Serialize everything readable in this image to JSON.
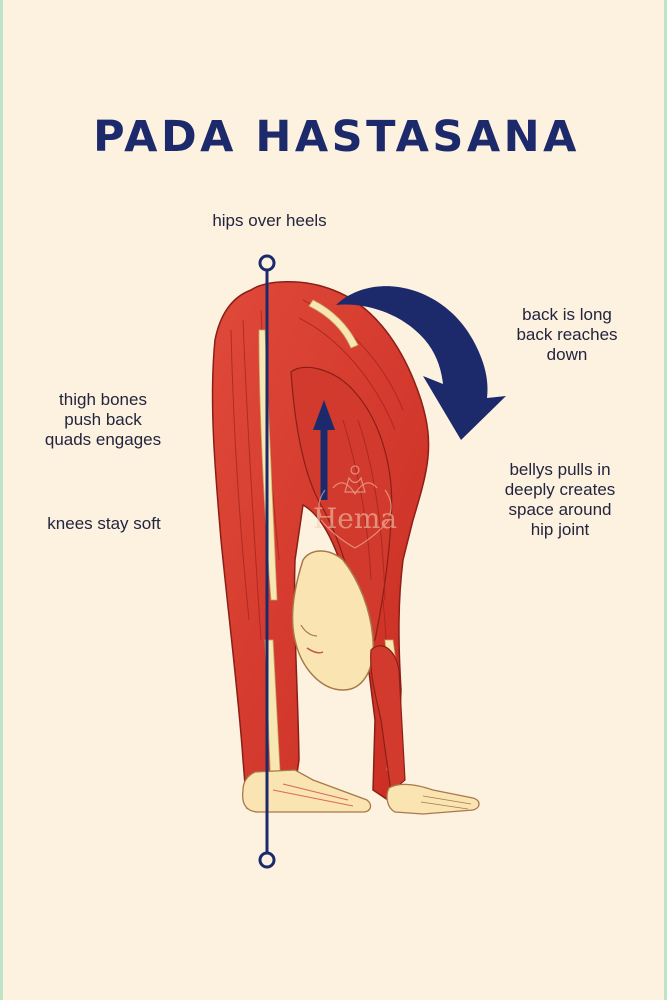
{
  "title": "PADA HASTASANA",
  "colors": {
    "background": "#fdf1df",
    "title": "#1c2a6b",
    "muscle": "#d9362b",
    "tendon": "#f7e7b2",
    "guide": "#1c2a6b",
    "border": "#bfe3c6"
  },
  "annotations": {
    "hips": [
      "hips over heels"
    ],
    "back": [
      "back is long",
      "back reaches",
      "down"
    ],
    "thigh": [
      "thigh bones",
      "push back",
      "quads engages"
    ],
    "knees": [
      "knees stay soft"
    ],
    "belly": [
      "bellys pulls in",
      "deeply creates",
      "space around",
      "hip joint"
    ]
  },
  "watermark": "Hema",
  "icons": {
    "curved_arrow": "curved-arrow-down-icon",
    "up_arrow": "arrow-up-icon",
    "lotus": "lotus-meditation-icon"
  }
}
